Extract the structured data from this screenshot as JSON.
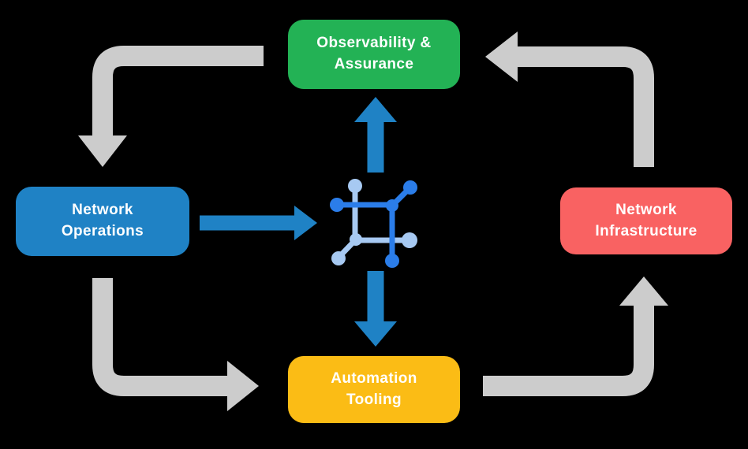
{
  "diagram": {
    "title": "network automation lifecycle flow",
    "boxes": {
      "observability": {
        "label": "Observability &\nAssurance",
        "color": "#23B255"
      },
      "operations": {
        "label": "Network\nOperations",
        "color": "#1F82C5"
      },
      "infrastructure": {
        "label": "Network\nInfrastructure",
        "color": "#F96262"
      },
      "automation": {
        "label": "Automation\nTooling",
        "color": "#FBBC15"
      }
    },
    "colors": {
      "background": "#000000",
      "gray_arrow": "#CCCCCC",
      "blue_arrow": "#1F82C5",
      "icon_dark_blue": "#2B7DE9",
      "icon_light_blue": "#A7C9F2",
      "box_text": "#FFFFFF"
    },
    "center_icon": {
      "name": "network-mesh-icon"
    },
    "edges": [
      {
        "from": "observability",
        "to": "operations",
        "style": "gray-elbow"
      },
      {
        "from": "operations",
        "to": "automation",
        "style": "gray-elbow"
      },
      {
        "from": "automation",
        "to": "infrastructure",
        "style": "gray-elbow"
      },
      {
        "from": "infrastructure",
        "to": "observability",
        "style": "gray-elbow"
      },
      {
        "from": "operations",
        "to": "center-icon",
        "style": "blue-straight"
      },
      {
        "from": "center-icon",
        "to": "observability",
        "style": "blue-straight"
      },
      {
        "from": "center-icon",
        "to": "automation",
        "style": "blue-straight"
      }
    ]
  }
}
